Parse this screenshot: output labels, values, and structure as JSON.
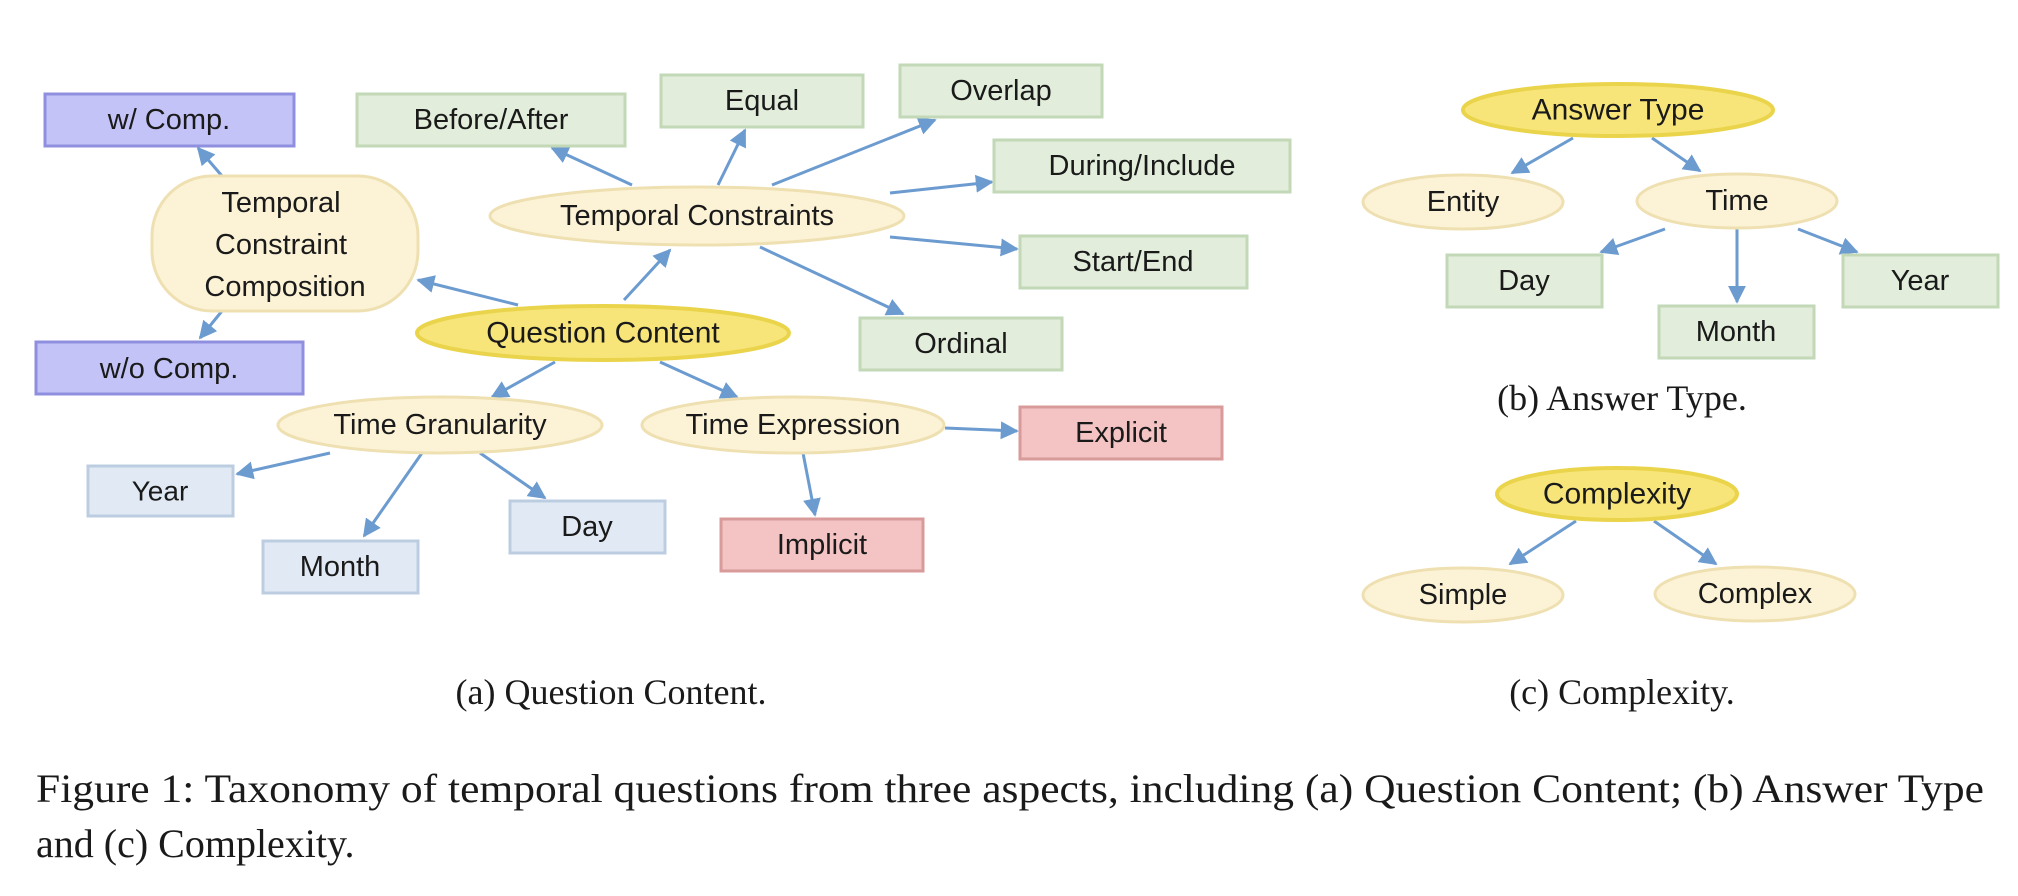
{
  "colors": {
    "arrow": "#6c9bd0",
    "root_fill": "#f7e57a",
    "root_stroke": "#ead44b",
    "mid_fill": "#fcf3d6",
    "mid_stroke": "#efe0b2",
    "green_fill": "#e2eedb",
    "green_stroke": "#c2d8b7",
    "blue_fill": "#e1eaf4",
    "blue_stroke": "#bccde2",
    "purple_fill": "#c3c3f7",
    "purple_stroke": "#8f8fe0",
    "red_fill": "#f4c4c4",
    "red_stroke": "#d99a9a"
  },
  "question_content": {
    "root": "Question Content",
    "composition": "Temporal Constraint Composition",
    "composition_lines": [
      "Temporal",
      "Constraint",
      "Composition"
    ],
    "with_comp": "w/ Comp.",
    "without_comp": "w/o Comp.",
    "constraints": "Temporal Constraints",
    "constraint_types": [
      "Before/After",
      "Equal",
      "Overlap",
      "During/Include",
      "Start/End",
      "Ordinal"
    ],
    "granularity": "Time Granularity",
    "granularity_types": [
      "Year",
      "Month",
      "Day"
    ],
    "expression": "Time Expression",
    "expression_types": [
      "Explicit",
      "Implicit"
    ],
    "caption": "(a) Question Content."
  },
  "answer_type": {
    "root": "Answer Type",
    "entity": "Entity",
    "time": "Time",
    "time_types": [
      "Day",
      "Month",
      "Year"
    ],
    "caption": "(b) Answer Type."
  },
  "complexity": {
    "root": "Complexity",
    "types": [
      "Simple",
      "Complex"
    ],
    "caption": "(c) Complexity."
  },
  "figure_caption": {
    "line1": "Figure 1: Taxonomy of temporal questions from three aspects, including (a) Question Content; (b) Answer Type",
    "line2": "and (c) Complexity."
  }
}
